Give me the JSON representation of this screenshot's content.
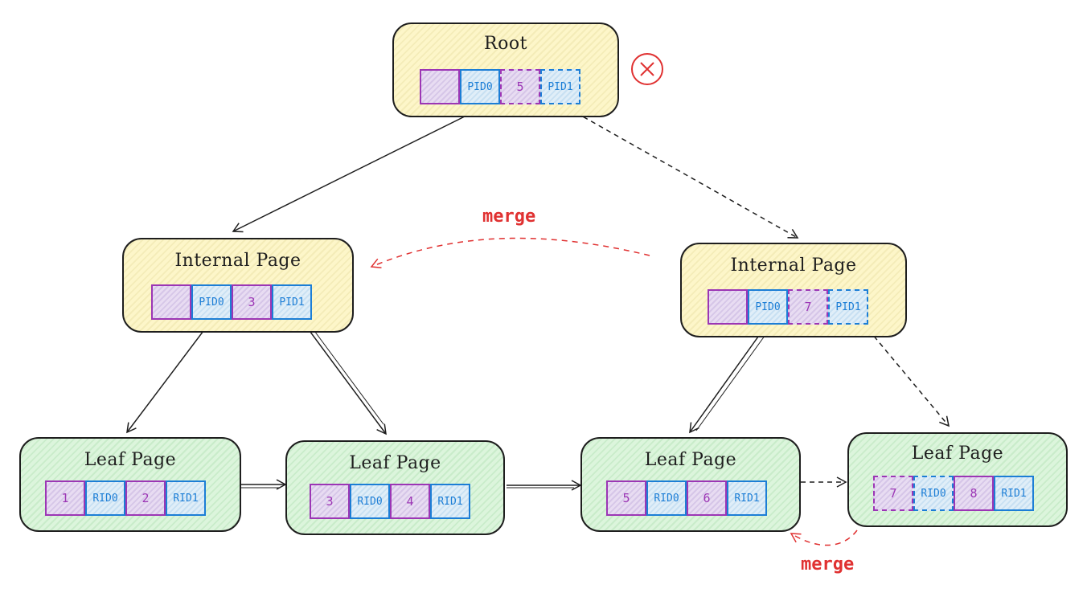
{
  "root": {
    "title": "Root",
    "cells": [
      {
        "text": "",
        "kind": "key",
        "dashed": false
      },
      {
        "text": "PID0",
        "kind": "ptr",
        "dashed": false
      },
      {
        "text": "5",
        "kind": "key",
        "dashed": true
      },
      {
        "text": "PID1",
        "kind": "ptr",
        "dashed": true
      }
    ]
  },
  "internal_left": {
    "title": "Internal Page",
    "cells": [
      {
        "text": "",
        "kind": "key",
        "dashed": false
      },
      {
        "text": "PID0",
        "kind": "ptr",
        "dashed": false
      },
      {
        "text": "3",
        "kind": "key",
        "dashed": false
      },
      {
        "text": "PID1",
        "kind": "ptr",
        "dashed": false
      }
    ]
  },
  "internal_right": {
    "title": "Internal Page",
    "cells": [
      {
        "text": "",
        "kind": "key",
        "dashed": false
      },
      {
        "text": "PID0",
        "kind": "ptr",
        "dashed": false
      },
      {
        "text": "7",
        "kind": "key",
        "dashed": true
      },
      {
        "text": "PID1",
        "kind": "ptr",
        "dashed": true
      }
    ]
  },
  "leaf1": {
    "title": "Leaf Page",
    "cells": [
      {
        "text": "1",
        "kind": "key",
        "dashed": false
      },
      {
        "text": "RID0",
        "kind": "ptr",
        "dashed": false
      },
      {
        "text": "2",
        "kind": "key",
        "dashed": false
      },
      {
        "text": "RID1",
        "kind": "ptr",
        "dashed": false
      }
    ]
  },
  "leaf2": {
    "title": "Leaf Page",
    "cells": [
      {
        "text": "3",
        "kind": "key",
        "dashed": false
      },
      {
        "text": "RID0",
        "kind": "ptr",
        "dashed": false
      },
      {
        "text": "4",
        "kind": "key",
        "dashed": false
      },
      {
        "text": "RID1",
        "kind": "ptr",
        "dashed": false
      }
    ]
  },
  "leaf3": {
    "title": "Leaf Page",
    "cells": [
      {
        "text": "5",
        "kind": "key",
        "dashed": false
      },
      {
        "text": "RID0",
        "kind": "ptr",
        "dashed": false
      },
      {
        "text": "6",
        "kind": "key",
        "dashed": false
      },
      {
        "text": "RID1",
        "kind": "ptr",
        "dashed": false
      }
    ]
  },
  "leaf4": {
    "title": "Leaf Page",
    "cells": [
      {
        "text": "7",
        "kind": "key",
        "dashed": true
      },
      {
        "text": "RID0",
        "kind": "ptr",
        "dashed": true
      },
      {
        "text": "8",
        "kind": "key",
        "dashed": false
      },
      {
        "text": "RID1",
        "kind": "ptr",
        "dashed": false
      }
    ]
  },
  "labels": {
    "merge_top": "merge",
    "merge_bottom": "merge"
  },
  "icons": {
    "delete": "delete-circle-x-icon"
  },
  "colors": {
    "merge": "#e03131",
    "key_border": "#9c36b5",
    "pointer_border": "#1c7ed6",
    "internal_fill": "#fdf6c9",
    "leaf_fill": "#dcf5dc",
    "stroke": "#1e1e1e"
  }
}
